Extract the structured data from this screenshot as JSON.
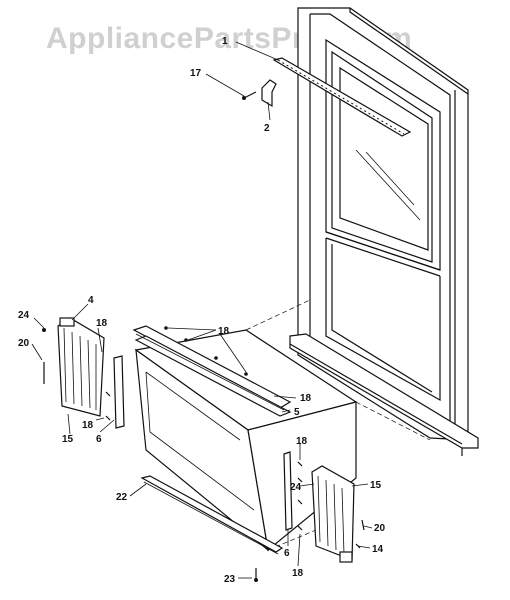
{
  "watermark": "AppliancePartsPros.com",
  "callouts": {
    "c1": "1",
    "c17": "17",
    "c2": "2",
    "c24a": "24",
    "c4": "4",
    "c18a": "18",
    "c20a": "20",
    "c15a": "15",
    "c18b": "18",
    "c6a": "6",
    "c18c": "18",
    "c18d": "18",
    "c5": "5",
    "c18e": "18",
    "c22": "22",
    "c24b": "24",
    "c15b": "15",
    "c20b": "20",
    "c14": "14",
    "c6b": "6",
    "c18f": "18",
    "c23": "23"
  }
}
